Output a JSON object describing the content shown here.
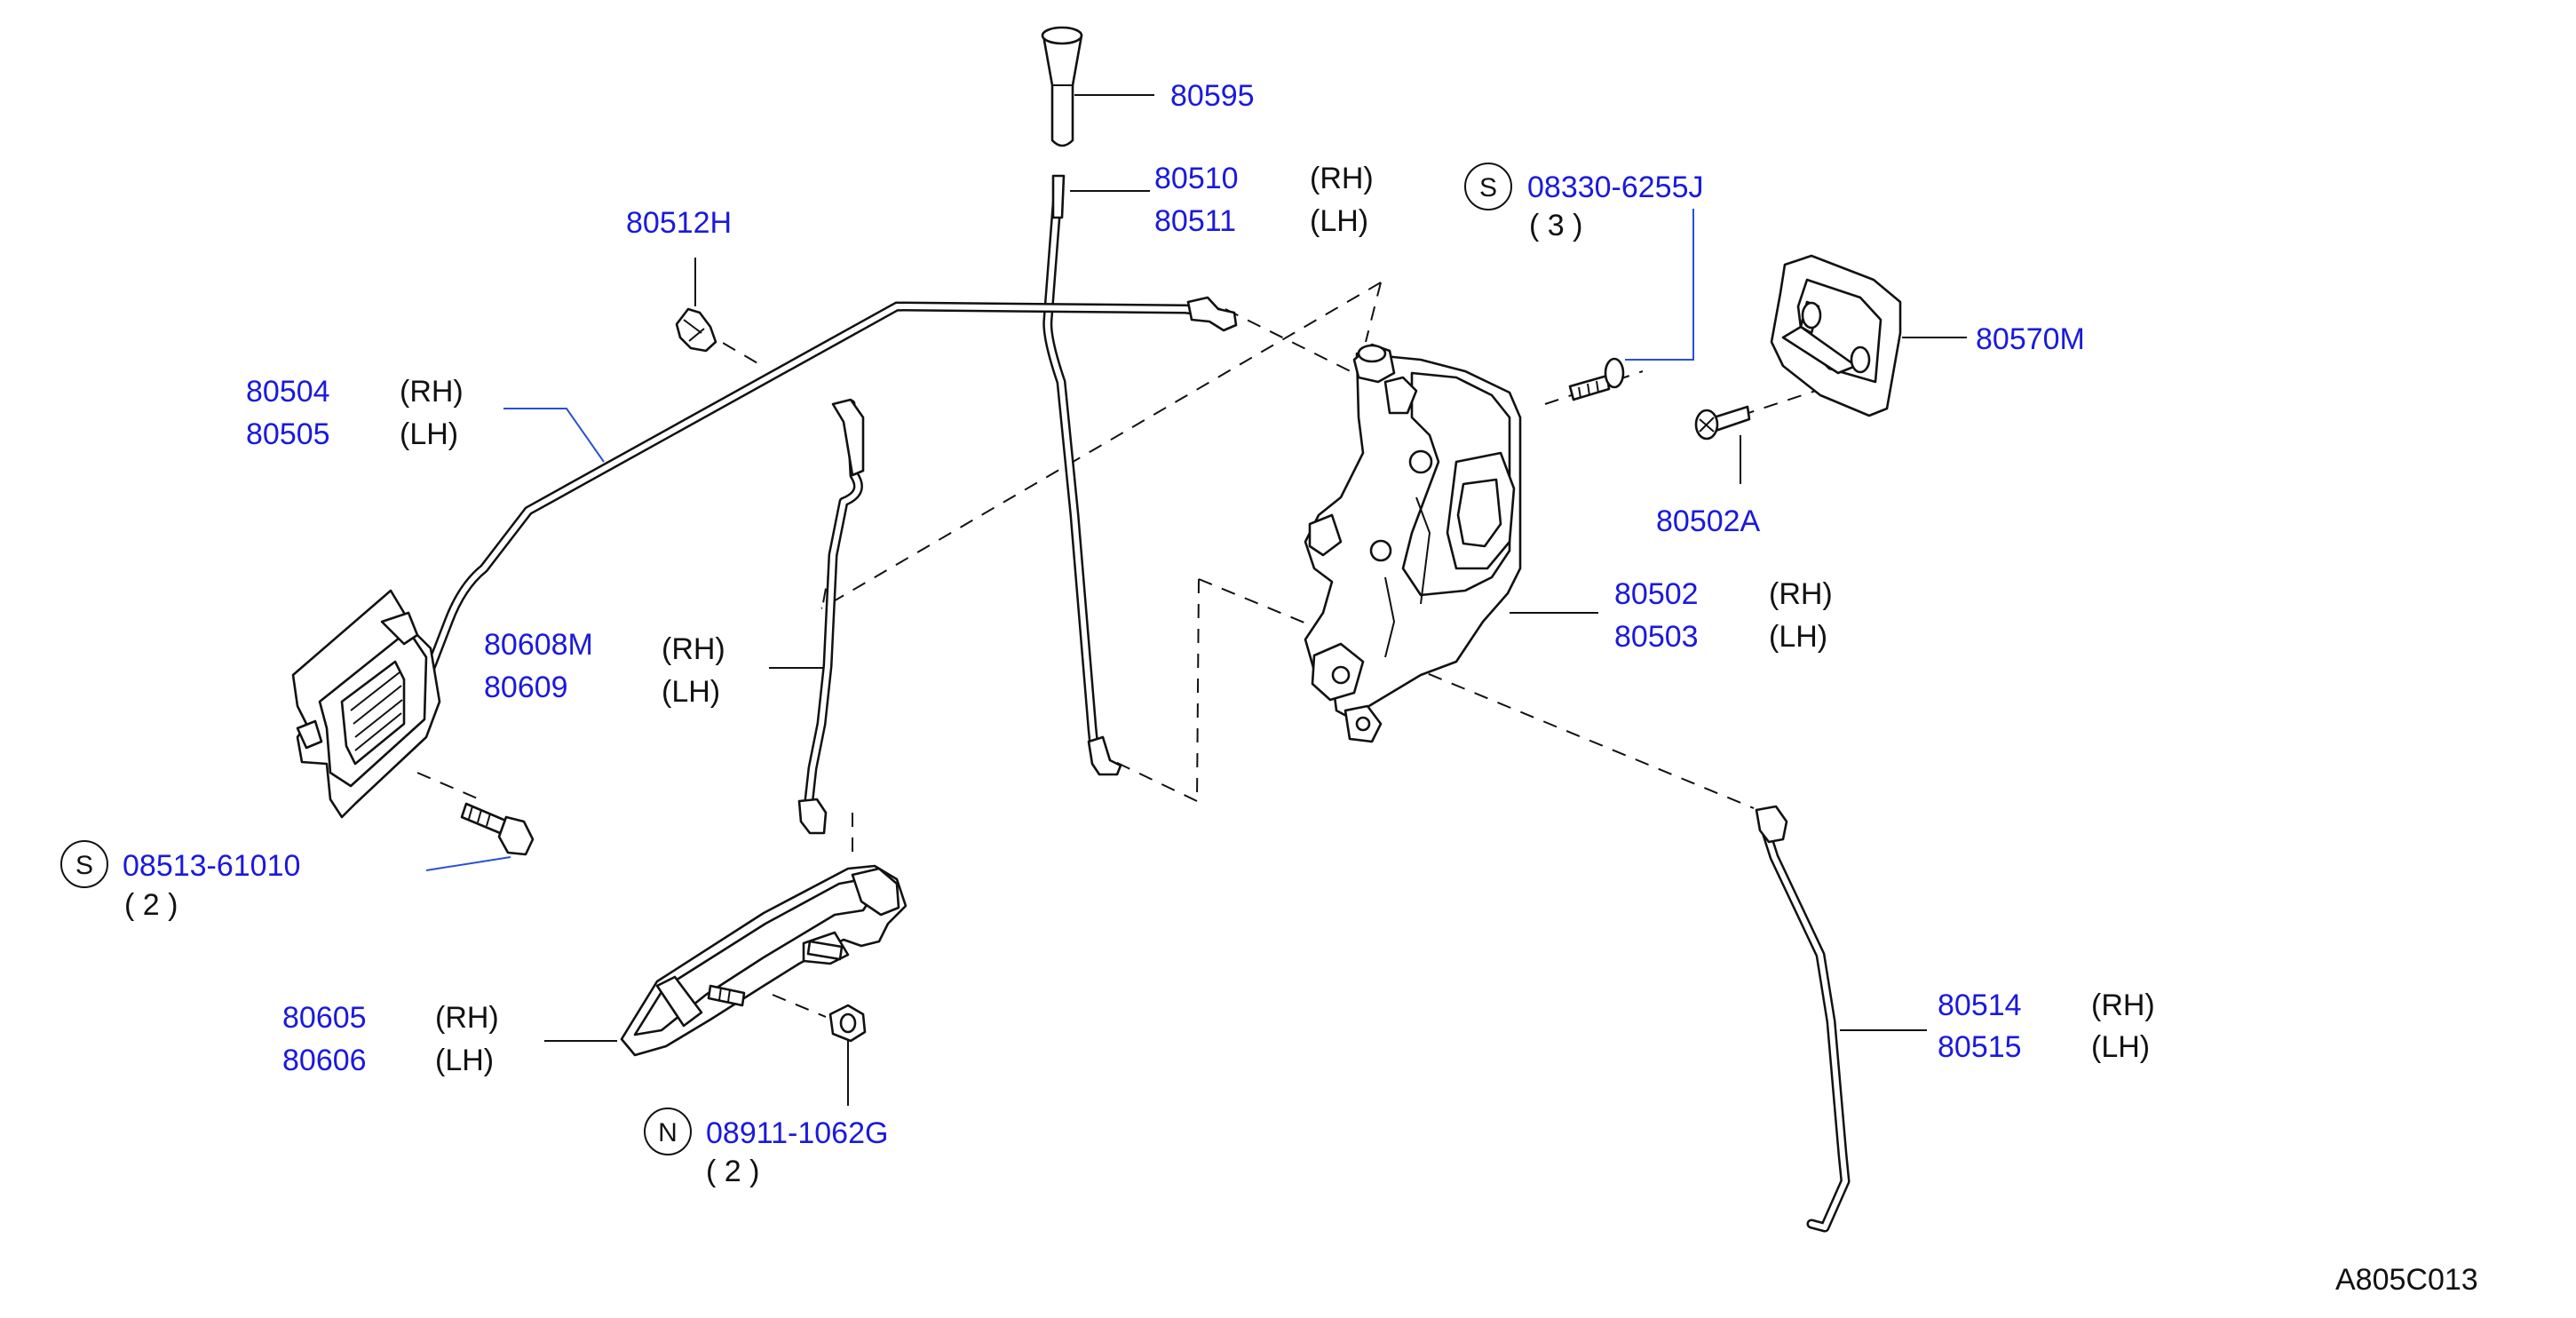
{
  "callouts": {
    "c80595": {
      "pn": "80595"
    },
    "c80510": {
      "pn1": "80510",
      "side1": "(RH)",
      "pn2": "80511",
      "side2": "(LH)"
    },
    "c80512h": {
      "pn": "80512H"
    },
    "c08330": {
      "sym": "S",
      "pn": "08330-6255J",
      "qty": "( 3 )"
    },
    "c80570m": {
      "pn": "80570M"
    },
    "c80504": {
      "pn1": "80504",
      "side1": "(RH)",
      "pn2": "80505",
      "side2": "(LH)"
    },
    "c80502a": {
      "pn": "80502A"
    },
    "c80502": {
      "pn1": "80502",
      "side1": "(RH)",
      "pn2": "80503",
      "side2": "(LH)"
    },
    "c80608": {
      "pn1": "80608M",
      "side1": "(RH)",
      "pn2": "80609",
      "side2": "(LH)"
    },
    "c08513": {
      "sym": "S",
      "pn": "08513-61010",
      "qty": "( 2 )"
    },
    "c80514": {
      "pn1": "80514",
      "side1": "(RH)",
      "pn2": "80515",
      "side2": "(LH)"
    },
    "c80605": {
      "pn1": "80605",
      "side1": "(RH)",
      "pn2": "80606",
      "side2": "(LH)"
    },
    "c08911": {
      "sym": "N",
      "pn": "08911-1062G",
      "qty": "( 2 )"
    }
  },
  "diagram_code": "A805C013",
  "colors": {
    "part_number": "#1a1adc",
    "text": "#111111",
    "leader_blue": "#2a4fd6",
    "background": "#ffffff"
  }
}
